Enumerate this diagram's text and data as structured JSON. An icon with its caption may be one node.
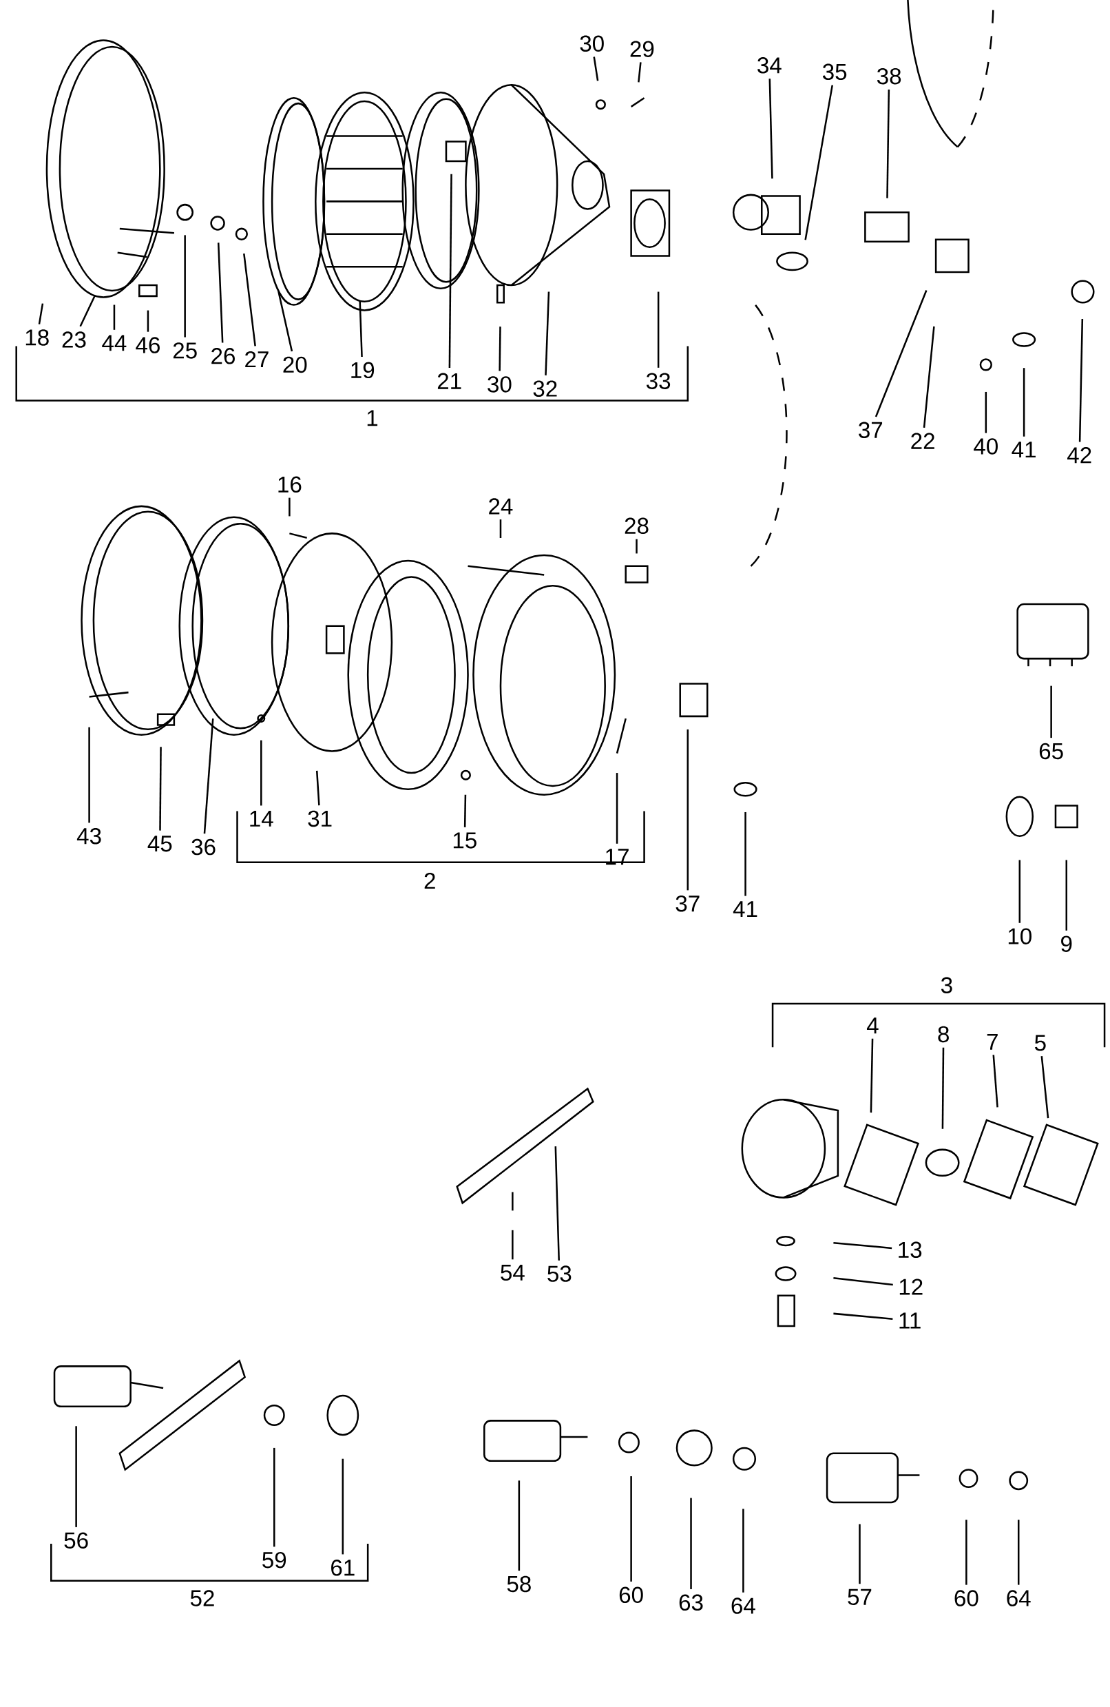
{
  "diagram": {
    "nodes": [
      {
        "text": [
          "30"
        ]
      },
      {
        "text": [
          "29"
        ]
      },
      {
        "text": [
          "34"
        ]
      },
      {
        "text": [
          "35"
        ]
      },
      {
        "text": [
          "38"
        ]
      },
      {
        "text": [
          "18"
        ]
      },
      {
        "text": [
          "23"
        ]
      },
      {
        "text": [
          "44"
        ]
      },
      {
        "text": [
          "46"
        ]
      },
      {
        "text": [
          "25"
        ]
      },
      {
        "text": [
          "26"
        ]
      },
      {
        "text": [
          "27"
        ]
      },
      {
        "text": [
          "20"
        ]
      },
      {
        "text": [
          "19"
        ]
      },
      {
        "text": [
          "21"
        ]
      },
      {
        "text": [
          "30"
        ]
      },
      {
        "text": [
          "32"
        ]
      },
      {
        "text": [
          "33"
        ]
      },
      {
        "text": [
          "37"
        ]
      },
      {
        "text": [
          "22"
        ]
      },
      {
        "text": [
          "40"
        ]
      },
      {
        "text": [
          "41"
        ]
      },
      {
        "text": [
          "42"
        ]
      },
      {
        "text": [
          "16"
        ]
      },
      {
        "text": [
          "24"
        ]
      },
      {
        "text": [
          "28"
        ]
      },
      {
        "text": [
          "65"
        ]
      },
      {
        "text": [
          "43"
        ]
      },
      {
        "text": [
          "45"
        ]
      },
      {
        "text": [
          "36"
        ]
      },
      {
        "text": [
          "14"
        ]
      },
      {
        "text": [
          "31"
        ]
      },
      {
        "text": [
          "15"
        ]
      },
      {
        "text": [
          "17"
        ]
      },
      {
        "text": [
          "37"
        ]
      },
      {
        "text": [
          "41"
        ]
      },
      {
        "text": [
          "10"
        ]
      },
      {
        "text": [
          "9"
        ]
      },
      {
        "text": [
          "4"
        ]
      },
      {
        "text": [
          "8"
        ]
      },
      {
        "text": [
          "7"
        ]
      },
      {
        "text": [
          "5"
        ]
      },
      {
        "text": [
          "13"
        ]
      },
      {
        "text": [
          "12"
        ]
      },
      {
        "text": [
          "11"
        ]
      },
      {
        "text": [
          "54"
        ]
      },
      {
        "text": [
          "53"
        ]
      },
      {
        "text": [
          "56"
        ]
      },
      {
        "text": [
          "59"
        ]
      },
      {
        "text": [
          "61"
        ]
      },
      {
        "text": [
          "58"
        ]
      },
      {
        "text": [
          "60"
        ]
      },
      {
        "text": [
          "63"
        ]
      },
      {
        "text": [
          "64"
        ]
      },
      {
        "text": [
          "57"
        ]
      },
      {
        "text": [
          "60"
        ]
      },
      {
        "text": [
          "64"
        ]
      }
    ],
    "edges": [
      {
        "from": 0,
        "to": null,
        "arrow": "none"
      },
      {
        "from": 1,
        "to": null,
        "arrow": "none"
      },
      {
        "from": 2,
        "to": null,
        "arrow": "none"
      },
      {
        "from": 3,
        "to": null,
        "arrow": "none"
      },
      {
        "from": 4,
        "to": null,
        "arrow": "none"
      },
      {
        "from": 5,
        "to": null,
        "arrow": "none"
      },
      {
        "from": 6,
        "to": null,
        "arrow": "none"
      },
      {
        "from": 7,
        "to": null,
        "arrow": "none"
      },
      {
        "from": 8,
        "to": null,
        "arrow": "none"
      },
      {
        "from": 9,
        "to": null,
        "arrow": "none"
      },
      {
        "from": 10,
        "to": null,
        "arrow": "none"
      },
      {
        "from": 11,
        "to": null,
        "arrow": "none"
      },
      {
        "from": 12,
        "to": null,
        "arrow": "none"
      },
      {
        "from": 13,
        "to": null,
        "arrow": "none"
      },
      {
        "from": 14,
        "to": null,
        "arrow": "none"
      },
      {
        "from": 15,
        "to": null,
        "arrow": "none"
      },
      {
        "from": 16,
        "to": null,
        "arrow": "none"
      },
      {
        "from": 17,
        "to": null,
        "arrow": "none"
      },
      {
        "from": 18,
        "to": null,
        "arrow": "none"
      },
      {
        "from": 19,
        "to": null,
        "arrow": "none"
      },
      {
        "from": 20,
        "to": null,
        "arrow": "none"
      },
      {
        "from": 21,
        "to": null,
        "arrow": "none"
      },
      {
        "from": 22,
        "to": null,
        "arrow": "none"
      },
      {
        "from": 23,
        "to": null,
        "arrow": "none"
      },
      {
        "from": 24,
        "to": null,
        "arrow": "none"
      },
      {
        "from": 25,
        "to": null,
        "arrow": "none"
      },
      {
        "from": 26,
        "to": null,
        "arrow": "none"
      },
      {
        "from": 27,
        "to": null,
        "arrow": "none"
      },
      {
        "from": 28,
        "to": null,
        "arrow": "none"
      },
      {
        "from": 29,
        "to": null,
        "arrow": "none"
      },
      {
        "from": 30,
        "to": null,
        "arrow": "none"
      },
      {
        "from": 31,
        "to": null,
        "arrow": "none"
      },
      {
        "from": 32,
        "to": null,
        "arrow": "none"
      },
      {
        "from": 33,
        "to": null,
        "arrow": "none"
      },
      {
        "from": 34,
        "to": null,
        "arrow": "none"
      },
      {
        "from": 35,
        "to": null,
        "arrow": "none"
      },
      {
        "from": 36,
        "to": null,
        "arrow": "none"
      },
      {
        "from": 37,
        "to": null,
        "arrow": "none"
      },
      {
        "from": 38,
        "to": null,
        "arrow": "none"
      },
      {
        "from": 39,
        "to": null,
        "arrow": "none"
      },
      {
        "from": 40,
        "to": null,
        "arrow": "none"
      },
      {
        "from": 41,
        "to": null,
        "arrow": "none"
      },
      {
        "from": 42,
        "to": null,
        "arrow": "none"
      },
      {
        "from": 43,
        "to": null,
        "arrow": "none"
      },
      {
        "from": 44,
        "to": null,
        "arrow": "none"
      },
      {
        "from": 45,
        "to": null,
        "arrow": "none"
      },
      {
        "from": 46,
        "to": null,
        "arrow": "none"
      },
      {
        "from": 47,
        "to": null,
        "arrow": "none"
      },
      {
        "from": 48,
        "to": null,
        "arrow": "none"
      },
      {
        "from": 49,
        "to": null,
        "arrow": "none"
      },
      {
        "from": 50,
        "to": null,
        "arrow": "none"
      },
      {
        "from": 51,
        "to": null,
        "arrow": "none"
      },
      {
        "from": 52,
        "to": null,
        "arrow": "none"
      },
      {
        "from": 53,
        "to": null,
        "arrow": "none"
      },
      {
        "from": 54,
        "to": null,
        "arrow": "none"
      },
      {
        "from": 55,
        "to": null,
        "arrow": "none"
      },
      {
        "from": 56,
        "to": null,
        "arrow": "none"
      }
    ],
    "labels": [
      "1",
      "2",
      "3",
      "52"
    ]
  }
}
